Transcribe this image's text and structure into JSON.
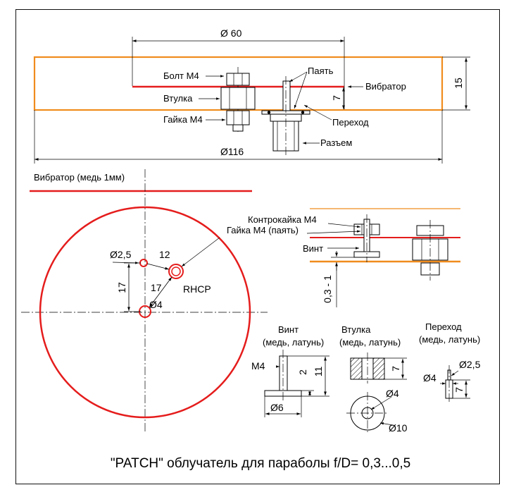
{
  "colors": {
    "vibrator": "#e51c1c",
    "ground_plate": "#f08c1e",
    "line": "#000000",
    "background": "#ffffff"
  },
  "top_view": {
    "dim_diameter_60": "Ø 60",
    "dim_diameter_116": "Ø116",
    "dim_15": "15",
    "dim_7": "7",
    "bolt_label": "Болт М4",
    "sleeve_label": "Втулка",
    "nut_label": "Гайка М4",
    "solder_label": "Паять",
    "vibrator_label": "Вибратор",
    "transition_label": "Переход",
    "connector_label": "Разъем"
  },
  "legend_line_label": "Вибратор (медь 1мм)",
  "patch_view": {
    "dim_25": "Ø2,5",
    "dim_12": "12",
    "dim_17_vertical": "17",
    "dim_17_diag": "17",
    "dim_4": "Ø4",
    "polarization": "RHCP"
  },
  "detail_view": {
    "locknut_label": "Контрокайка М4",
    "nut_solder_label": "Гайка М4 (паять)",
    "screw_label": "Винт",
    "gap_dim": "0,3 - 1"
  },
  "parts": {
    "screw": {
      "title": "Винт",
      "material": "(медь, латунь)",
      "m4": "М4",
      "dim_2": "2",
      "dim_11": "11",
      "dim_6": "Ø6"
    },
    "sleeve": {
      "title": "Втулка",
      "material": "(медь, латунь)",
      "dim_7": "7",
      "dim_4": "Ø4",
      "dim_10": "Ø10"
    },
    "transition": {
      "title": "Переход",
      "material": "(медь, латунь)",
      "dim_25": "Ø2,5",
      "dim_4": "Ø4",
      "dim_7": "7"
    }
  },
  "title": "\"PATCH\" облучатель для параболы f/D= 0,3...0,5"
}
